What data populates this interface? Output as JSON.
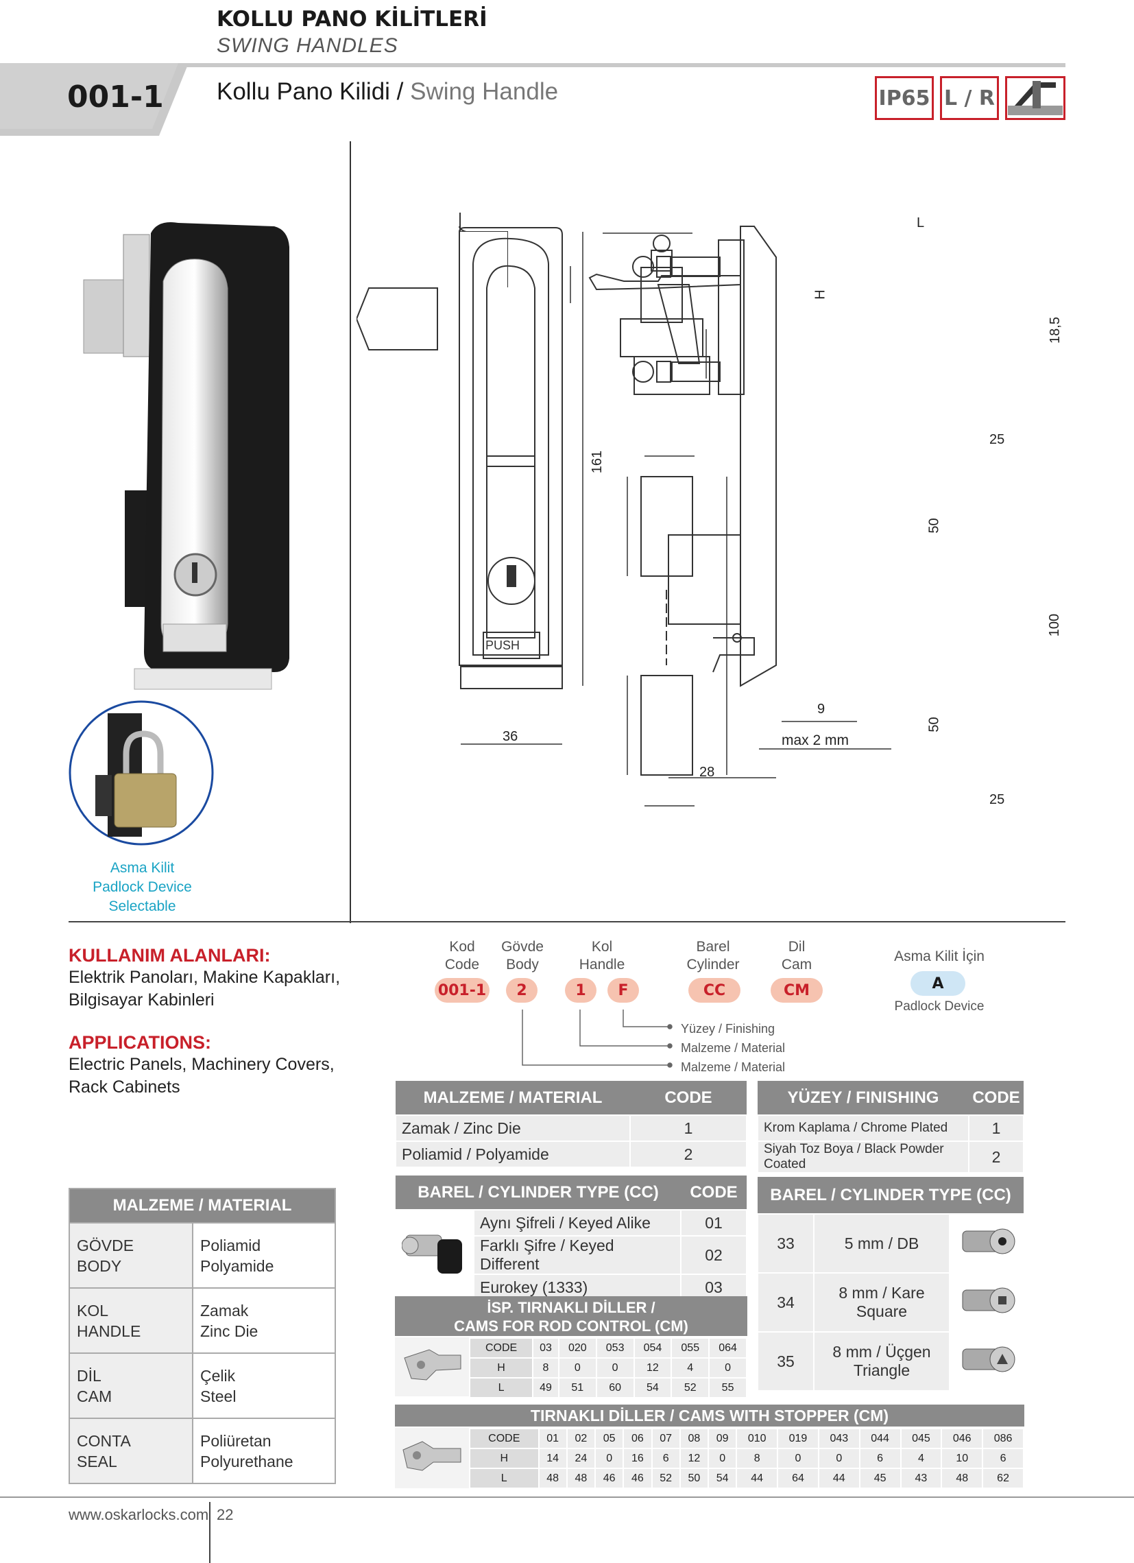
{
  "header": {
    "cat_title": "KOLLU PANO KİLİTLERİ",
    "cat_sub": "SWING HANDLES",
    "code": "001-1",
    "title_tr": "Kollu Pano Kilidi / ",
    "title_en": "Swing Handle",
    "badges": [
      "IP65",
      "L / R"
    ]
  },
  "padlock": {
    "line1": "Asma Kilit",
    "line2": "Padlock Device Selectable"
  },
  "drawing": {
    "dims": [
      "L",
      "H",
      "18,5",
      "161",
      "36",
      "28",
      "9",
      "max 2 mm",
      "25",
      "50",
      "100",
      "50",
      "25"
    ],
    "push": "PUSH"
  },
  "usage": {
    "title_tr": "KULLANIM ALANLARI:",
    "text_tr": [
      "Elektrik Panoları, Makine Kapakları,",
      "Bilgisayar Kabinleri"
    ],
    "title_en": "APPLICATIONS:",
    "text_en": [
      "Electric Panels, Machinery Covers,",
      "Rack Cabinets"
    ]
  },
  "material_table": {
    "header": "MALZEME / MATERIAL",
    "rows": [
      {
        "part_tr": "GÖVDE",
        "part_en": "BODY",
        "mat_tr": "Poliamid",
        "mat_en": "Polyamide"
      },
      {
        "part_tr": "KOL",
        "part_en": "HANDLE",
        "mat_tr": "Zamak",
        "mat_en": "Zinc Die"
      },
      {
        "part_tr": "DİL",
        "part_en": "CAM",
        "mat_tr": "Çelik",
        "mat_en": "Steel"
      },
      {
        "part_tr": "CONTA",
        "part_en": "SEAL",
        "mat_tr": "Poliüretan",
        "mat_en": "Polyurethane"
      }
    ]
  },
  "order_code": {
    "labels": [
      {
        "tr": "Kod",
        "en": "Code"
      },
      {
        "tr": "Gövde",
        "en": "Body"
      },
      {
        "tr": "Kol",
        "en": "Handle"
      },
      {
        "tr": "Barel",
        "en": "Cylinder"
      },
      {
        "tr": "Dil",
        "en": "Cam"
      }
    ],
    "pills": [
      "001-1",
      "2",
      "1",
      "F",
      "CC",
      "CM"
    ],
    "padlock_tr": "Asma Kilit İçin",
    "padlock_code": "A",
    "padlock_en": "Padlock Device",
    "legend": [
      "Yüzey / Finishing",
      "Malzeme / Material",
      "Malzeme / Material"
    ]
  },
  "material_code": {
    "headers": [
      "MALZEME / MATERIAL",
      "CODE"
    ],
    "rows": [
      [
        "Zamak / Zinc Die",
        "1"
      ],
      [
        "Poliamid / Polyamide",
        "2"
      ]
    ]
  },
  "finishing": {
    "headers": [
      "YÜZEY / FINISHING",
      "CODE"
    ],
    "rows": [
      [
        "Krom Kaplama / Chrome Plated",
        "1"
      ],
      [
        "Siyah Toz Boya / Black Powder Coated",
        "2"
      ]
    ]
  },
  "cylinder": {
    "headers": [
      "BAREL / CYLINDER TYPE (CC)",
      "CODE"
    ],
    "rows": [
      [
        "Aynı Şifreli / Keyed Alike",
        "01"
      ],
      [
        "Farklı Şifre / Keyed Different",
        "02"
      ],
      [
        "Eurokey (1333)",
        "03"
      ]
    ]
  },
  "cylinder2": {
    "header": "BAREL / CYLINDER TYPE (CC)",
    "rows": [
      {
        "code": "33",
        "desc1": "5 mm / DB",
        "desc2": ""
      },
      {
        "code": "34",
        "desc1": "8 mm / Kare",
        "desc2": "Square"
      },
      {
        "code": "35",
        "desc1": "8 mm / Üçgen",
        "desc2": "Triangle"
      }
    ]
  },
  "rod_cams": {
    "header1": "İSP. TIRNAKLI DİLLER /",
    "header2": "CAMS FOR ROD CONTROL (CM)",
    "rows": [
      [
        "CODE",
        "03",
        "020",
        "053",
        "054",
        "055",
        "064"
      ],
      [
        "H",
        "8",
        "0",
        "0",
        "12",
        "4",
        "0"
      ],
      [
        "L",
        "49",
        "51",
        "60",
        "54",
        "52",
        "55"
      ]
    ]
  },
  "stopper_cams": {
    "header": "TIRNAKLI DİLLER / CAMS WITH STOPPER (CM)",
    "rows": [
      [
        "CODE",
        "01",
        "02",
        "05",
        "06",
        "07",
        "08",
        "09",
        "010",
        "019",
        "043",
        "044",
        "045",
        "046",
        "086"
      ],
      [
        "H",
        "14",
        "24",
        "0",
        "16",
        "6",
        "12",
        "0",
        "8",
        "0",
        "0",
        "6",
        "4",
        "10",
        "6"
      ],
      [
        "L",
        "48",
        "48",
        "46",
        "46",
        "52",
        "50",
        "54",
        "44",
        "64",
        "44",
        "45",
        "43",
        "48",
        "62"
      ]
    ]
  },
  "footer": {
    "url": "www.oskarlocks.com",
    "page": "22"
  }
}
